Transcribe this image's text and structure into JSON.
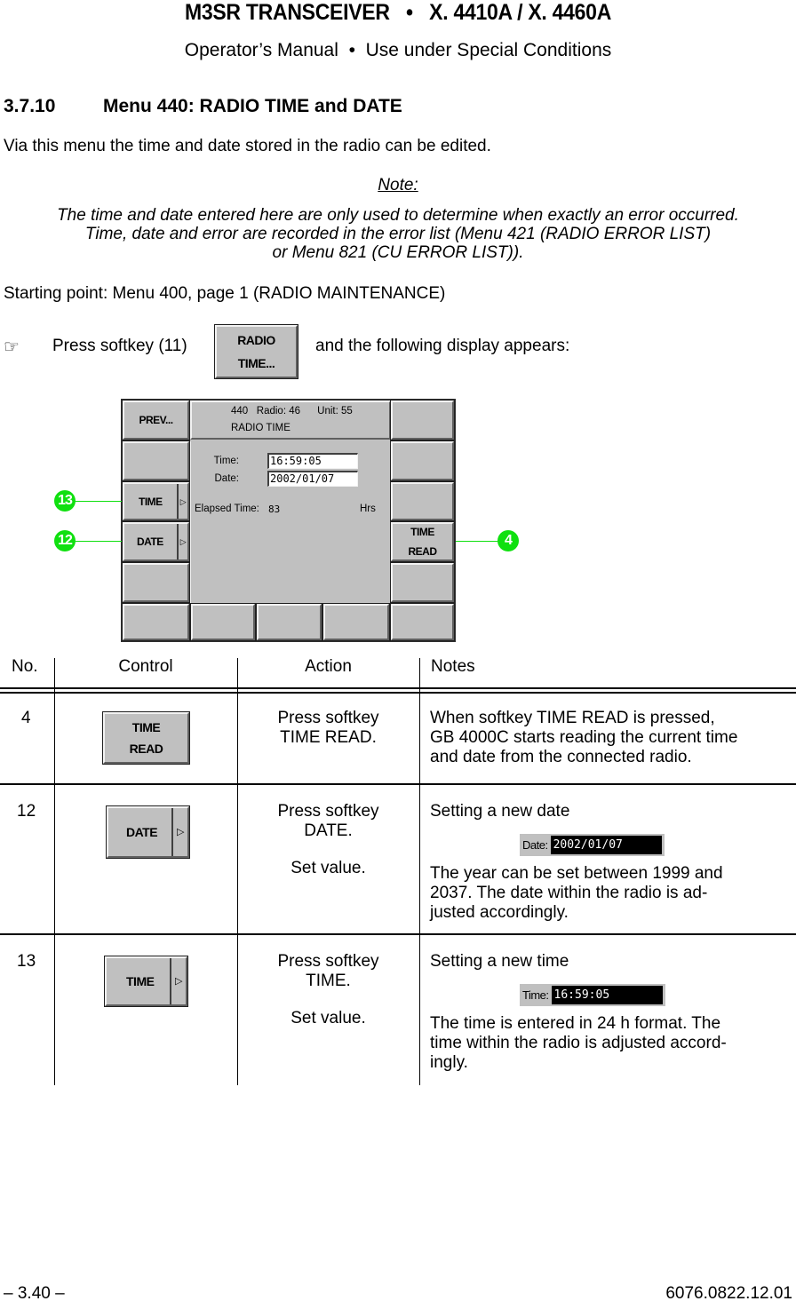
{
  "header": {
    "title": "M3SR TRANSCEIVER   •   X. 4410A / X. 4460A",
    "subtitle": "Operator’s Manual  •  Use under Special Conditions"
  },
  "section": {
    "number": "3.7.10",
    "title": "Menu 440: RADIO TIME and DATE"
  },
  "intro": "Via this menu the time and date stored in the radio can be edited.",
  "note": {
    "label": "Note:",
    "line1": "The time and date entered here are only used to determine when exactly an error occurred.",
    "line2": "Time, date and error are recorded in the error list (Menu 421 (RADIO ERROR LIST)",
    "line3": "or Menu 821 (CU ERROR LIST))."
  },
  "starting_point": "Starting point: Menu 400, page 1 (RADIO MAINTENANCE)",
  "instruction": {
    "icon": "pointing-hand-icon",
    "icon_glyph": "☞",
    "before": "Press softkey (11)",
    "softkey_line1": "RADIO",
    "softkey_line2": "TIME...",
    "after": "and the following display appears:"
  },
  "display": {
    "header_line1": "440   Radio: 46      Unit: 55",
    "header_line2": "RADIO TIME",
    "softkey_prev": "PREV...",
    "softkey_time": "TIME",
    "softkey_date": "DATE",
    "softkey_time_read_1": "TIME",
    "softkey_time_read_2": "READ",
    "arrow_glyph": "▷",
    "time_label": "Time:",
    "time_value": "16:59:05",
    "date_label": "Date:",
    "date_value": "2002/01/07",
    "elapsed_label": "Elapsed Time:",
    "elapsed_value": "83",
    "elapsed_unit": "Hrs",
    "callouts": [
      "13",
      "12",
      "4"
    ],
    "callout_color": "#10e010"
  },
  "table": {
    "headers": [
      "No.",
      "Control",
      "Action",
      "Notes"
    ],
    "rows": [
      {
        "no": "4",
        "control_line1": "TIME",
        "control_line2": "READ",
        "action_line1": "Press softkey",
        "action_line2": "TIME READ.",
        "notes_line1": "When softkey TIME READ is pressed,",
        "notes_line2": "GB 4000C starts reading the current time",
        "notes_line3": "and date from the connected radio."
      },
      {
        "no": "12",
        "control": "DATE",
        "action_line1": "Press softkey",
        "action_line2": "DATE.",
        "action_line3": "Set value.",
        "notes_heading": "Setting a new date",
        "field_label": "Date:",
        "field_value": "2002/01/07",
        "notes_line1": "The year can be set between 1999 and",
        "notes_line2": "2037. The date within the radio is ad-",
        "notes_line3": "justed accordingly."
      },
      {
        "no": "13",
        "control": "TIME",
        "action_line1": "Press softkey",
        "action_line2": "TIME.",
        "action_line3": "Set value.",
        "notes_heading": "Setting a new time",
        "field_label": "Time:",
        "field_value": "16:59:05",
        "notes_line1": "The time is entered in 24 h format. The",
        "notes_line2": "time within the radio is adjusted accord-",
        "notes_line3": "ingly."
      }
    ]
  },
  "footer": {
    "page": "– 3.40 –",
    "doc_number": "6076.0822.12.01"
  }
}
